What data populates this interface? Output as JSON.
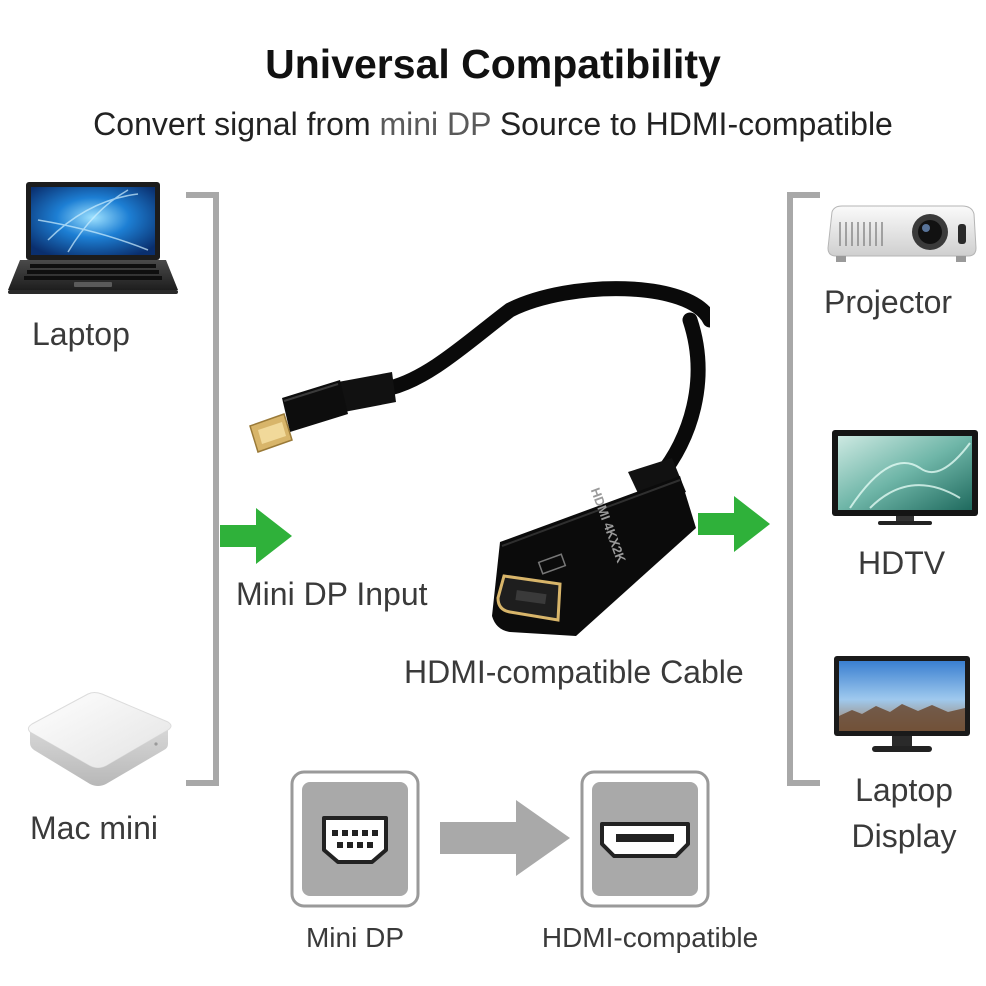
{
  "title": "Universal Compatibility",
  "subtitle": {
    "prefix": "Convert signal from ",
    "highlight": "mini DP",
    "suffix": " Source to HDMI-compatible"
  },
  "sources": [
    {
      "label": "Laptop",
      "icon": "laptop-icon"
    },
    {
      "label": "Mac mini",
      "icon": "mac-mini-icon"
    }
  ],
  "displays": [
    {
      "label": "Projector",
      "icon": "projector-icon"
    },
    {
      "label": "HDTV",
      "icon": "hdtv-icon"
    },
    {
      "label": "Laptop Display",
      "label_lines": [
        "Laptop",
        "Display"
      ],
      "icon": "monitor-icon"
    }
  ],
  "input_label": "Mini DP Input",
  "cable_label": "HDMI-compatible Cable",
  "cable_print": "HDMI 4KX2K",
  "connectors": [
    {
      "label": "Mini DP",
      "icon": "mini-dp-port-icon"
    },
    {
      "label": "HDMI-compatible",
      "icon": "hdmi-port-icon"
    }
  ],
  "colors": {
    "arrow_green": "#2fb13a",
    "bracket_gray": "#a8a8a8",
    "text_dark": "#111111",
    "label_gray": "#3a3a3a",
    "cable_black": "#0a0a0a",
    "connector_gold": "#d8b56a"
  }
}
